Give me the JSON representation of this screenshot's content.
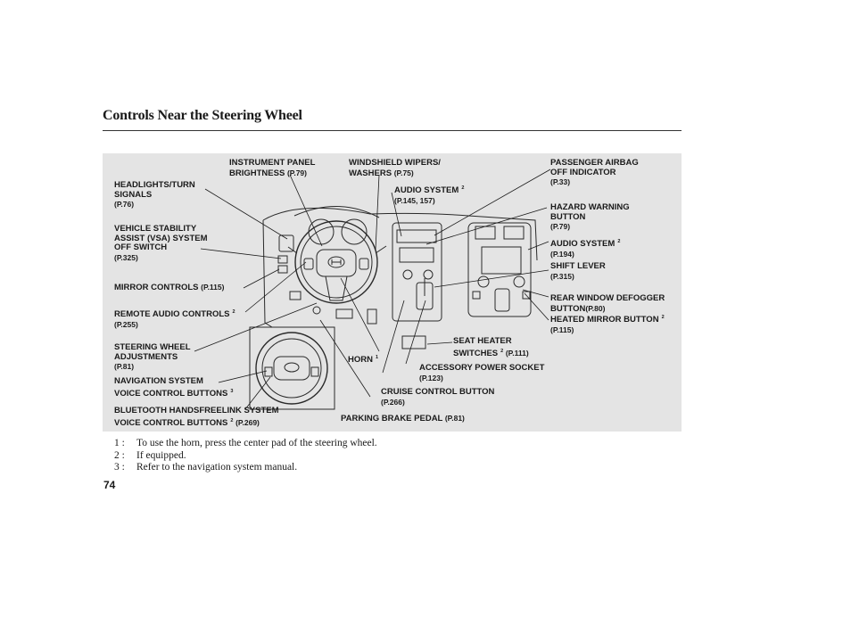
{
  "page": {
    "title": "Controls Near the Steering Wheel",
    "page_number": "74"
  },
  "labels": {
    "headlights": {
      "t1": "HEADLIGHTS/TURN",
      "t2": "SIGNALS",
      "ref": "(P.76)"
    },
    "vsa": {
      "t1": "VEHICLE STABILITY",
      "t2": "ASSIST (VSA) SYSTEM",
      "t3": "OFF SWITCH",
      "ref": "(P.325)"
    },
    "mirror": {
      "t1": "MIRROR CONTROLS",
      "ref": "(P.115)"
    },
    "remote_audio": {
      "t1": "REMOTE AUDIO CONTROLS",
      "sup": "2",
      "ref": "(P.255)"
    },
    "steering_adj": {
      "t1": "STEERING WHEEL",
      "t2": "ADJUSTMENTS",
      "ref": "(P.81)"
    },
    "nav_voice": {
      "t1": "NAVIGATION SYSTEM",
      "t2": "VOICE CONTROL BUTTONS",
      "sup": "3"
    },
    "bluetooth": {
      "t1": "BLUETOOTH HANDSFREELINK SYSTEM",
      "t2": "VOICE CONTROL BUTTONS",
      "sup": "2",
      "ref": "(P.269)"
    },
    "instrument": {
      "t1": "INSTRUMENT PANEL",
      "t2": "BRIGHTNESS",
      "ref": "(P.79)"
    },
    "wipers": {
      "t1": "WINDSHIELD WIPERS/",
      "t2": "WASHERS",
      "ref": "(P.75)"
    },
    "audio_left": {
      "t1": "AUDIO SYSTEM",
      "sup": "2",
      "ref": "(P.145, 157)"
    },
    "airbag": {
      "t1": "PASSENGER AIRBAG",
      "t2": "OFF INDICATOR",
      "ref": "(P.33)"
    },
    "hazard": {
      "t1": "HAZARD WARNING",
      "t2": "BUTTON",
      "ref": "(P.79)"
    },
    "audio_right": {
      "t1": "AUDIO SYSTEM",
      "sup": "2",
      "ref": "(P.194)"
    },
    "shift": {
      "t1": "SHIFT LEVER",
      "ref": "(P.315)"
    },
    "defogger": {
      "t1": "REAR WINDOW DEFOGGER",
      "t2": "BUTTON",
      "ref": "(P.80)"
    },
    "heated_mirror": {
      "t1": "HEATED MIRROR BUTTON",
      "sup": "2",
      "ref": "(P.115)"
    },
    "seat_heater": {
      "t1": "SEAT HEATER",
      "t2": "SWITCHES",
      "sup": "2",
      "ref": "(P.111)"
    },
    "horn": {
      "t1": "HORN",
      "sup": "1"
    },
    "power_socket": {
      "t1": "ACCESSORY POWER SOCKET",
      "ref": "(P.123)"
    },
    "cruise": {
      "t1": "CRUISE CONTROL BUTTON",
      "ref": "(P.266)"
    },
    "parking": {
      "t1": "PARKING BRAKE PEDAL",
      "ref": "(P.81)"
    }
  },
  "footnotes": [
    {
      "key": "1 :",
      "text": "To use the horn, press the center pad of the steering wheel."
    },
    {
      "key": "2 :",
      "text": "If equipped."
    },
    {
      "key": "3 :",
      "text": "Refer to the navigation system manual."
    }
  ]
}
